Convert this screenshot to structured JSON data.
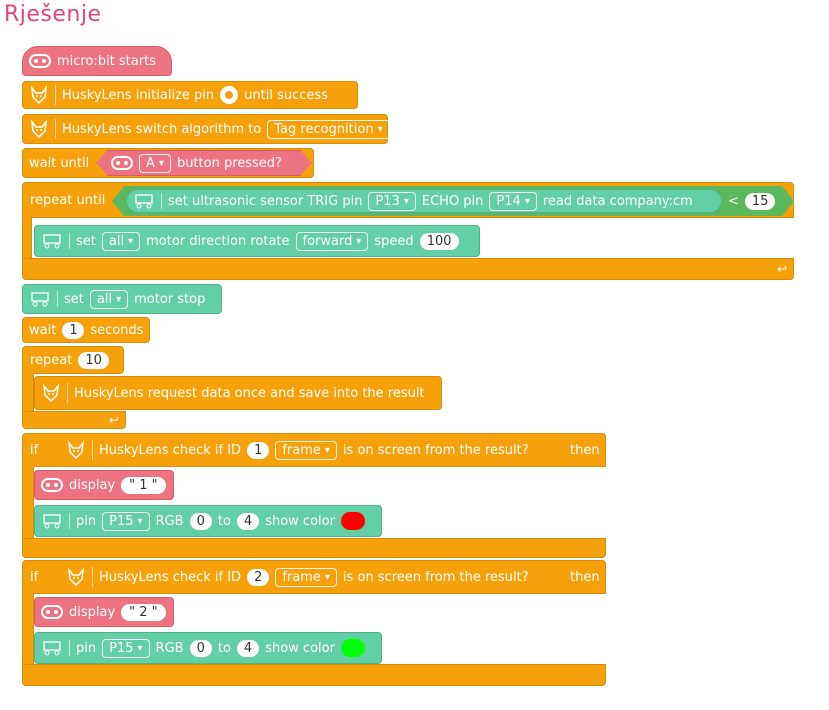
{
  "title": "Rješenje",
  "blocks": {
    "start": "micro:bit starts",
    "init": {
      "pre": "HuskyLens initialize pin",
      "post": "until success"
    },
    "switch": {
      "label": "HuskyLens switch algorithm to",
      "value": "Tag recognition"
    },
    "wait_until": {
      "label": "wait until",
      "button": "A",
      "suffix": "button pressed?"
    },
    "repeat_until": {
      "label": "repeat until",
      "sensor": "set ultrasonic sensor TRIG pin",
      "trig": "P13",
      "echo_label": "ECHO pin",
      "echo": "P14",
      "read": "read data company:cm",
      "op": "<",
      "value": "15"
    },
    "motor_rotate": {
      "set": "set",
      "which": "all",
      "text": "motor direction rotate",
      "dir": "forward",
      "speed_label": "speed",
      "speed": "100"
    },
    "motor_stop": {
      "set": "set",
      "which": "all",
      "text": "motor stop"
    },
    "wait": {
      "label": "wait",
      "value": "1",
      "unit": "seconds"
    },
    "repeat": {
      "label": "repeat",
      "value": "10"
    },
    "request": "HuskyLens request data once and save into the result",
    "if1": {
      "if": "if",
      "text": "HuskyLens check if ID",
      "id": "1",
      "frame": "frame",
      "tail": "is on screen from the result?",
      "then": "then"
    },
    "display1": {
      "label": "display",
      "value": "\" 1 \""
    },
    "pin1": {
      "label": "pin",
      "pin": "P15",
      "rgb": "RGB",
      "from": "0",
      "to_label": "to",
      "to": "4",
      "show": "show color",
      "color": "#ff0000"
    },
    "if2": {
      "if": "if",
      "text": "HuskyLens check if ID",
      "id": "2",
      "frame": "frame",
      "tail": "is on screen from the result?",
      "then": "then"
    },
    "display2": {
      "label": "display",
      "value": "\" 2 \""
    },
    "pin2": {
      "label": "pin",
      "pin": "P15",
      "rgb": "RGB",
      "from": "0",
      "to_label": "to",
      "to": "4",
      "show": "show color",
      "color": "#00ff00"
    }
  },
  "colors": {
    "orange": "#f5a10c",
    "pink": "#ec7480",
    "teal": "#63cfa6",
    "green": "#5cb85c",
    "title": "#e0457b"
  }
}
